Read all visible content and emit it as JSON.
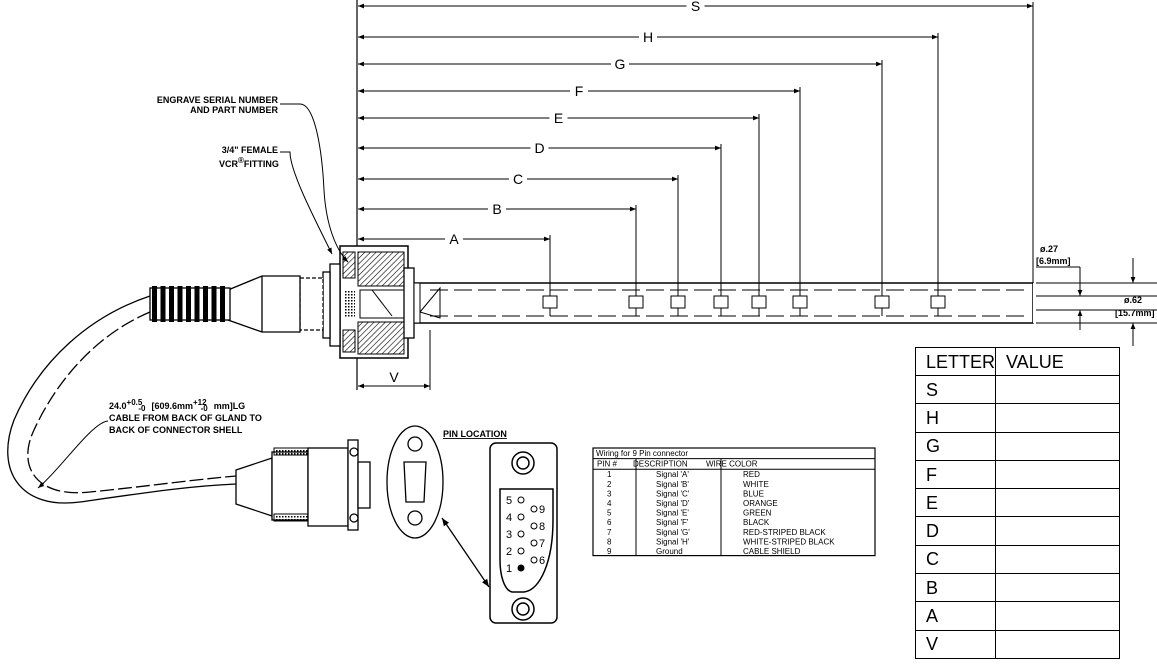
{
  "notes": {
    "engrave_line1": "ENGRAVE SERIAL NUMBER",
    "engrave_line2": "AND PART NUMBER",
    "fitting_line1": "3/4\" FEMALE",
    "fitting_line2": "VCR",
    "fitting_reg": "®",
    "fitting_line2b": "FITTING",
    "cable_line1a": "24.0",
    "cable_tol1": "+0.5",
    "cable_tol1b": "-0",
    "cable_line1b": "[609.6mm",
    "cable_tol2": "+12",
    "cable_tol2b": "-0",
    "cable_line1c": "mm]LG",
    "cable_line2": "CABLE FROM BACK OF GLAND TO",
    "cable_line3": "BACK OF CONNECTOR SHELL",
    "pin_location": "PIN LOCATION",
    "dia_small": "ø.27",
    "dia_small_mm": "[6.9mm]",
    "dia_large": "ø.62",
    "dia_large_mm": "[15.7mm]"
  },
  "dimensions": [
    "S",
    "H",
    "G",
    "F",
    "E",
    "D",
    "C",
    "B",
    "A"
  ],
  "dim_v": "V",
  "connector_pins": {
    "left": [
      "5",
      "4",
      "3",
      "2",
      "1"
    ],
    "right": [
      "9",
      "8",
      "7",
      "6"
    ]
  },
  "wiring_table": {
    "title": "Wiring for 9 Pin connector",
    "headers": [
      "PIN #",
      "DESCRIPTION",
      "WIRE COLOR"
    ],
    "rows": [
      [
        "1",
        "Signal 'A'",
        "RED"
      ],
      [
        "2",
        "Signal 'B'",
        "WHITE"
      ],
      [
        "3",
        "Signal 'C'",
        "BLUE"
      ],
      [
        "4",
        "Signal 'D'",
        "ORANGE"
      ],
      [
        "5",
        "Signal 'E'",
        "GREEN"
      ],
      [
        "6",
        "Signal 'F'",
        "BLACK"
      ],
      [
        "7",
        "Signal 'G'",
        "RED-STRIPED BLACK"
      ],
      [
        "8",
        "Signal 'H'",
        "WHITE-STRIPED BLACK"
      ],
      [
        "9",
        "Ground",
        "CABLE SHIELD"
      ]
    ]
  },
  "value_table": {
    "headers": [
      "LETTER",
      "VALUE"
    ],
    "rows": [
      [
        "S",
        ""
      ],
      [
        "H",
        ""
      ],
      [
        "G",
        ""
      ],
      [
        "F",
        ""
      ],
      [
        "E",
        ""
      ],
      [
        "D",
        ""
      ],
      [
        "C",
        ""
      ],
      [
        "B",
        ""
      ],
      [
        "A",
        ""
      ],
      [
        "V",
        ""
      ]
    ]
  }
}
